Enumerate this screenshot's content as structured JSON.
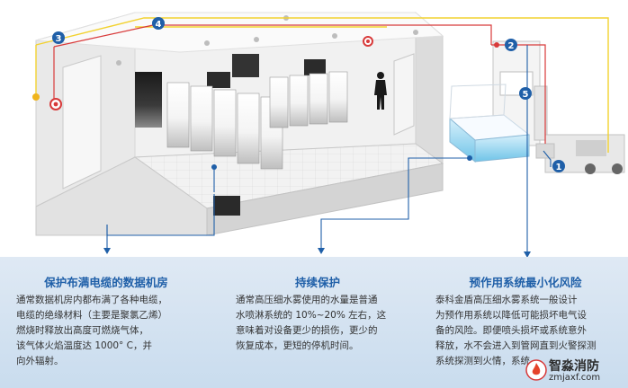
{
  "markers": [
    "1",
    "2",
    "3",
    "4",
    "5"
  ],
  "colors": {
    "blue": "#1f5fa8",
    "yellow_line": "#f2d230",
    "red_pipe": "#d83a3a",
    "panel_bg": "#d4e3f1",
    "text": "#333333"
  },
  "panels": [
    {
      "title": "保护布满电缆的数据机房",
      "lines": [
        "通常数据机房内都布满了各种电缆，",
        "电缆的绝缘材料（主要是聚氯乙烯）",
        "燃烧时释放出高度可燃烧气体，",
        "该气体火焰温度达 1000° C，并",
        "向外辐射。"
      ]
    },
    {
      "title": "持续保护",
      "lines": [
        "通常高压细水雾使用的水量是普通",
        "水喷淋系统的 10%~20% 左右，这",
        "意味着对设备更少的损伤，更少的",
        "恢复成本，更短的停机时间。"
      ]
    },
    {
      "title": "预作用系统最小化风险",
      "lines": [
        "泰科金盾高压细水雾系统一般设计",
        "为预作用系统以降低可能损坏电气设",
        "备的风险。即便喷头损坏或系统意外",
        "释放，水不会进入到管网直到火警探测",
        "系统探测到火情，系统"
      ]
    }
  ],
  "watermark": {
    "title": "智淼消防",
    "subtitle": "zmjaxf.com"
  }
}
